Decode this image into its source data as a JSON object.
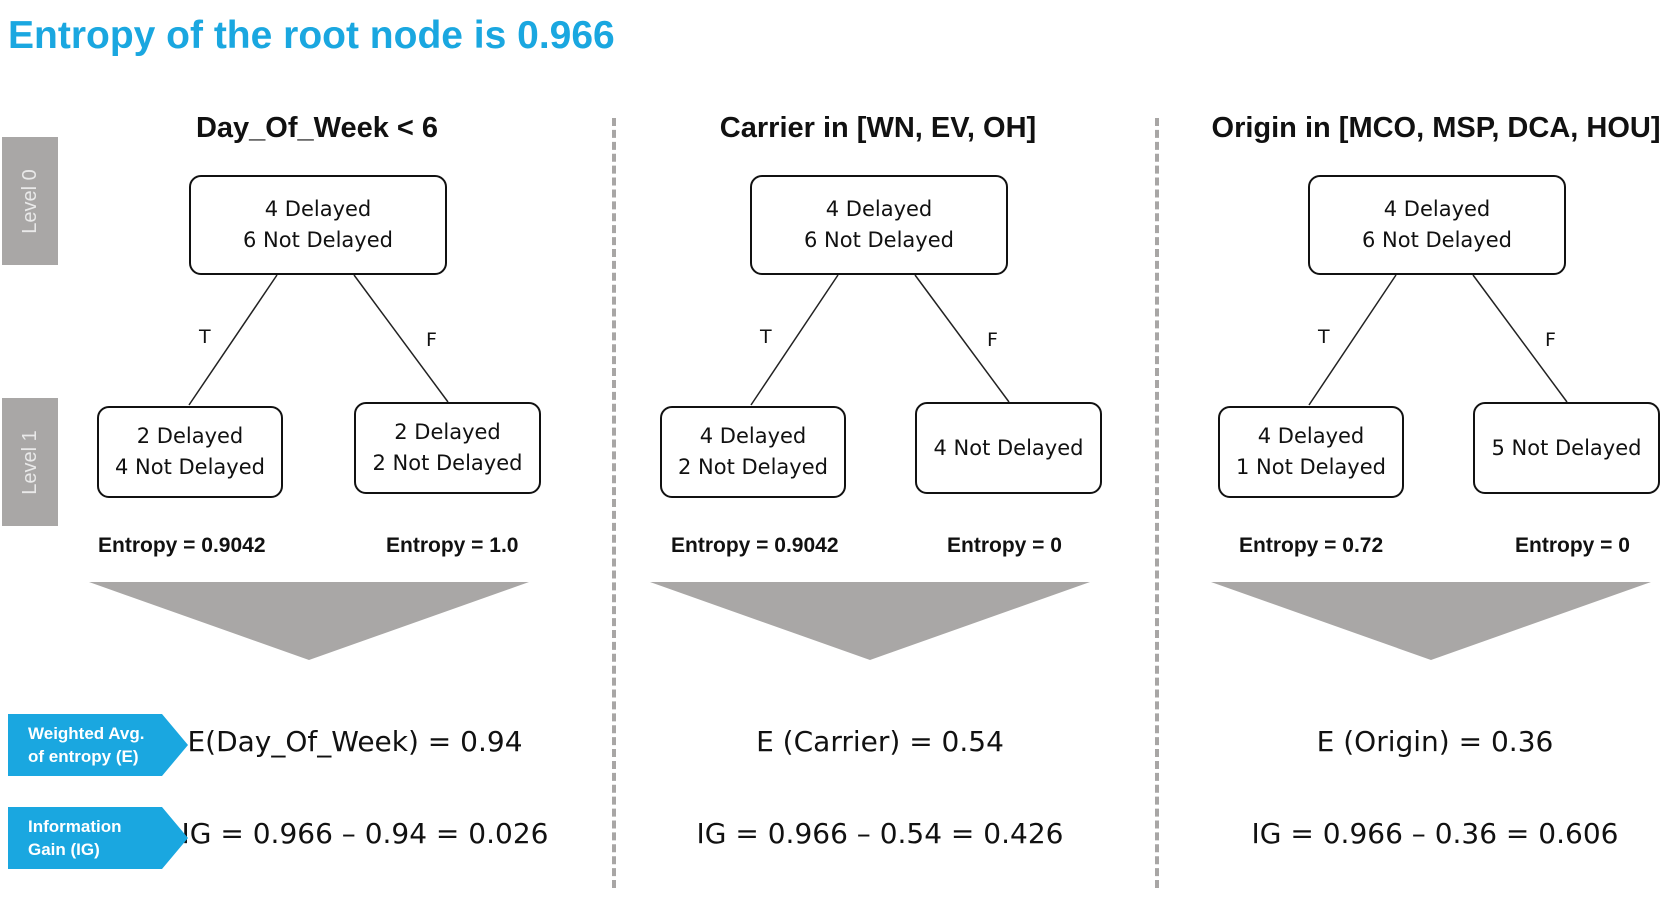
{
  "title": "Entropy of the root node is 0.966",
  "levels": [
    "Level 0",
    "Level 1"
  ],
  "row_labels": {
    "weighted": [
      "Weighted Avg.",
      "of entropy (E)"
    ],
    "ig": [
      "Information",
      "Gain (IG)"
    ]
  },
  "colors": {
    "accent": "#1aa7e0",
    "gray": "#a9a7a6"
  },
  "columns": [
    {
      "split": "Day_Of_Week < 6",
      "root": [
        "4 Delayed",
        "6 Not Delayed"
      ],
      "left": [
        "2 Delayed",
        "4 Not Delayed"
      ],
      "right": [
        "2 Delayed",
        "2 Not Delayed"
      ],
      "t": "T",
      "f": "F",
      "left_entropy": "Entropy = 0.9042",
      "right_entropy": "Entropy = 1.0",
      "weighted": "E(Day_Of_Week) = 0.94",
      "ig": "IG = 0.966 – 0.94 = 0.026"
    },
    {
      "split": "Carrier in [WN, EV, OH]",
      "root": [
        "4 Delayed",
        "6 Not Delayed"
      ],
      "left": [
        "4 Delayed",
        "2 Not Delayed"
      ],
      "right": [
        "4 Not Delayed"
      ],
      "t": "T",
      "f": "F",
      "left_entropy": "Entropy = 0.9042",
      "right_entropy": "Entropy = 0",
      "weighted": "E (Carrier) = 0.54",
      "ig": "IG = 0.966 – 0.54 = 0.426"
    },
    {
      "split": "Origin in [MCO, MSP, DCA, HOU]",
      "root": [
        "4 Delayed",
        "6 Not Delayed"
      ],
      "left": [
        "4 Delayed",
        "1 Not Delayed"
      ],
      "right": [
        "5 Not Delayed"
      ],
      "t": "T",
      "f": "F",
      "left_entropy": "Entropy = 0.72",
      "right_entropy": "Entropy = 0",
      "weighted": "E (Origin) = 0.36",
      "ig": "IG = 0.966 – 0.36 = 0.606"
    }
  ]
}
